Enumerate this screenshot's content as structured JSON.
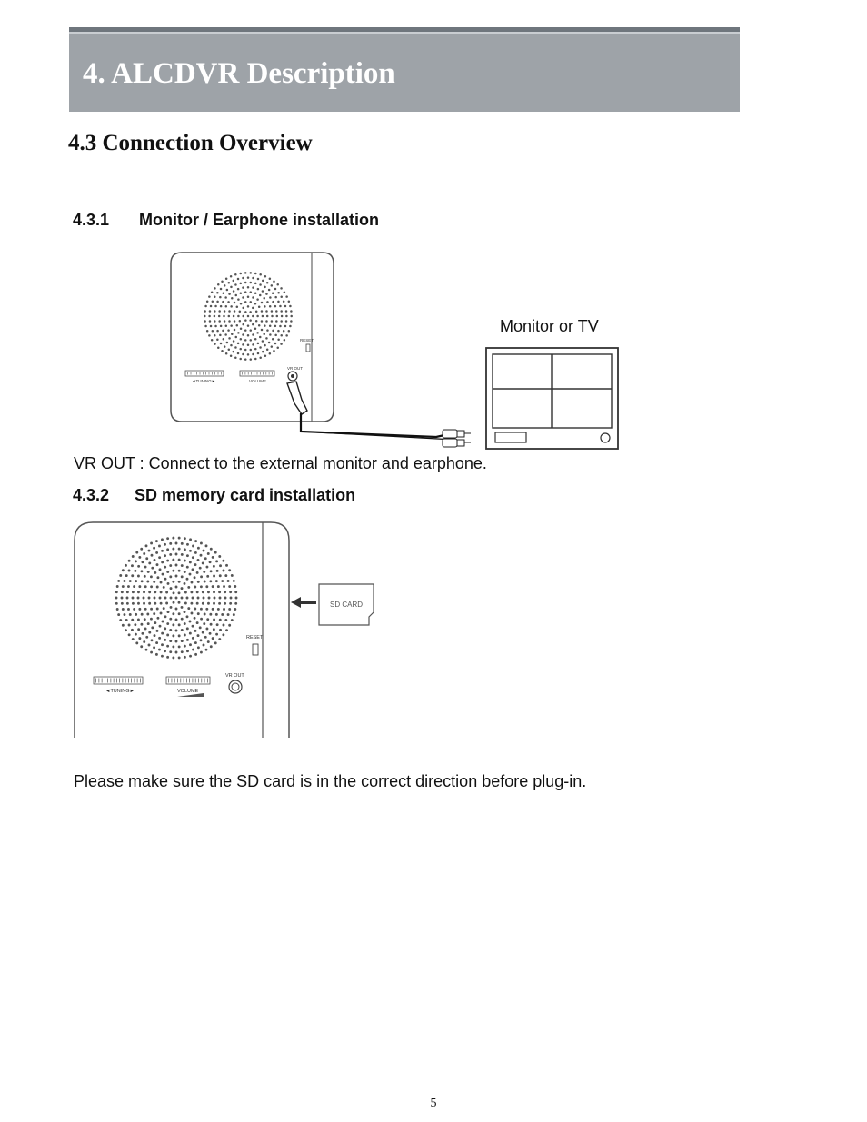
{
  "header": {
    "chapter_title": "4. ALCDVR Description"
  },
  "section": {
    "title": "4.3 Connection Overview"
  },
  "subsection_1": {
    "number": "4.3.1",
    "title": "Monitor / Earphone installation",
    "diagram": {
      "monitor_label": "Monitor or TV",
      "reset_label": "RESET",
      "vr_out_label": "VR OUT",
      "tuning_label": "◄TUNING►",
      "volume_label": "VOLUME"
    },
    "description": "VR OUT : Connect to the external monitor and earphone."
  },
  "subsection_2": {
    "number": "4.3.2",
    "title": "SD memory card installation",
    "diagram": {
      "sd_card_label": "SD CARD",
      "reset_label": "RESET",
      "vr_out_label": "VR OUT",
      "tuning_label": "◄TUNING►",
      "volume_label": "VOLUME"
    },
    "description": "Please make sure the SD card is in the correct direction before plug-in."
  },
  "footer": {
    "page_number": "5"
  }
}
